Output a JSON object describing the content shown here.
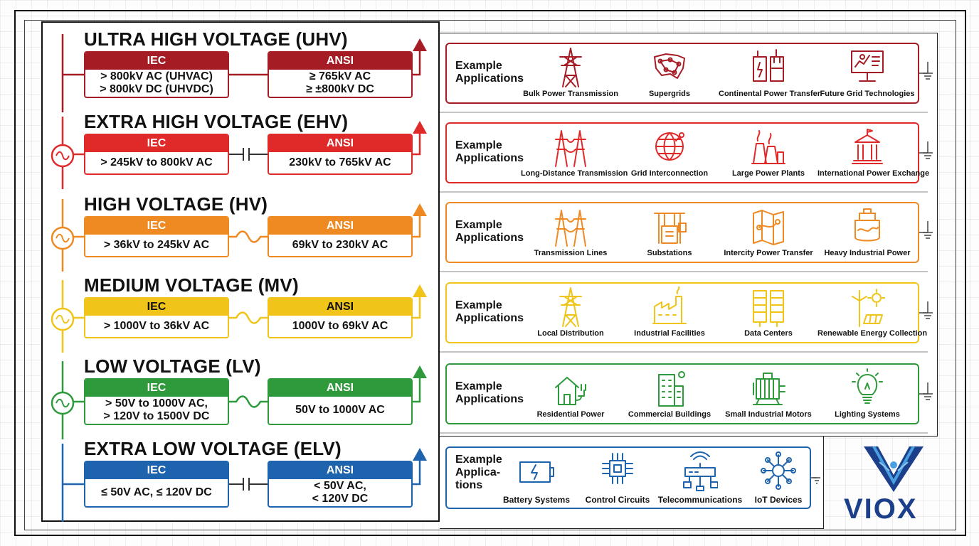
{
  "levels": [
    {
      "title": "ULTRA HIGH VOLTAGE (UHV)",
      "color": "#a51c24",
      "iec_label": "IEC",
      "ansi_label": "ANSI",
      "iec_value": [
        "> 800kV AC (UHVAC)",
        "> 800kV DC (UHVDC)"
      ],
      "ansi_value": [
        "≥ 765kV AC",
        "≥ ±800kV DC"
      ]
    },
    {
      "title": "EXTRA HIGH VOLTAGE (EHV)",
      "color": "#e02a2a",
      "iec_label": "IEC",
      "ansi_label": "ANSI",
      "iec_value": [
        "> 245kV to 800kV AC"
      ],
      "ansi_value": [
        "230kV to 765kV AC"
      ]
    },
    {
      "title": "HIGH VOLTAGE (HV)",
      "color": "#ef8a22",
      "iec_label": "IEC",
      "ansi_label": "ANSI",
      "iec_value": [
        "> 36kV to 245kV AC"
      ],
      "ansi_value": [
        "69kV to 230kV AC"
      ]
    },
    {
      "title": "MEDIUM VOLTAGE (MV)",
      "color": "#f0c419",
      "iec_label": "IEC",
      "ansi_label": "ANSI",
      "iec_value": [
        "> 1000V to 36kV AC"
      ],
      "ansi_value": [
        "1000V to 69kV AC"
      ]
    },
    {
      "title": "LOW VOLTAGE (LV)",
      "color": "#2e9a3c",
      "iec_label": "IEC",
      "ansi_label": "ANSI",
      "iec_value": [
        "> 50V to 1000V AC,",
        "> 120V to 1500V DC"
      ],
      "ansi_value": [
        "50V to 1000V AC"
      ]
    },
    {
      "title": "EXTRA LOW VOLTAGE (ELV)",
      "color": "#1e63ae",
      "iec_label": "IEC",
      "ansi_label": "ANSI",
      "iec_value": [
        "≤ 50V AC, ≤ 120V DC"
      ],
      "ansi_value": [
        "< 50V AC,",
        "< 120V DC"
      ]
    }
  ],
  "applications": [
    {
      "label": "Example Applications",
      "color": "#a51c24",
      "items": [
        {
          "name": "Bulk Power Transmission",
          "icon": "transmission-tower-icon"
        },
        {
          "name": "Supergrids",
          "icon": "us-network-map-icon"
        },
        {
          "name": "Continental Power Transfer",
          "icon": "power-converter-icon"
        },
        {
          "name": "Future Grid Technologies",
          "icon": "monitor-dashboard-icon"
        }
      ]
    },
    {
      "label": "Example Applications",
      "color": "#e02a2a",
      "items": [
        {
          "name": "Long-Distance Transmission",
          "icon": "power-lines-icon"
        },
        {
          "name": "Grid Interconnection",
          "icon": "globe-network-icon"
        },
        {
          "name": "Large Power Plants",
          "icon": "power-plant-icon"
        },
        {
          "name": "International Power Exchange",
          "icon": "government-building-icon"
        }
      ]
    },
    {
      "label": "Example Applications",
      "color": "#ef8a22",
      "items": [
        {
          "name": "Transmission Lines",
          "icon": "transmission-lines-icon"
        },
        {
          "name": "Substations",
          "icon": "substation-icon"
        },
        {
          "name": "Intercity Power Transfer",
          "icon": "map-route-icon"
        },
        {
          "name": "Heavy Industrial Power",
          "icon": "furnace-icon"
        }
      ]
    },
    {
      "label": "Example Applications",
      "color": "#f0c419",
      "items": [
        {
          "name": "Local Distribution",
          "icon": "transformer-tower-icon"
        },
        {
          "name": "Industrial Facilities",
          "icon": "factory-icon"
        },
        {
          "name": "Data Centers",
          "icon": "server-rack-icon"
        },
        {
          "name": "Renewable Energy Collection",
          "icon": "wind-solar-icon"
        }
      ]
    },
    {
      "label": "Example Applications",
      "color": "#2e9a3c",
      "items": [
        {
          "name": "Residential Power",
          "icon": "house-plug-icon"
        },
        {
          "name": "Commercial Buildings",
          "icon": "office-building-icon"
        },
        {
          "name": "Small Industrial Motors",
          "icon": "electric-motor-icon"
        },
        {
          "name": "Lighting Systems",
          "icon": "light-bulb-icon"
        }
      ]
    }
  ],
  "elv_applications": {
    "label_lines": [
      "Example",
      "Applica-",
      "tions"
    ],
    "color": "#1e63ae",
    "items": [
      {
        "name": "Battery Systems",
        "icon": "battery-icon"
      },
      {
        "name": "Control Circuits",
        "icon": "chip-icon"
      },
      {
        "name": "Telecommunications",
        "icon": "router-icon"
      },
      {
        "name": "IoT Devices",
        "icon": "iot-hub-icon"
      }
    ]
  },
  "logo": {
    "text": "VIOX"
  }
}
